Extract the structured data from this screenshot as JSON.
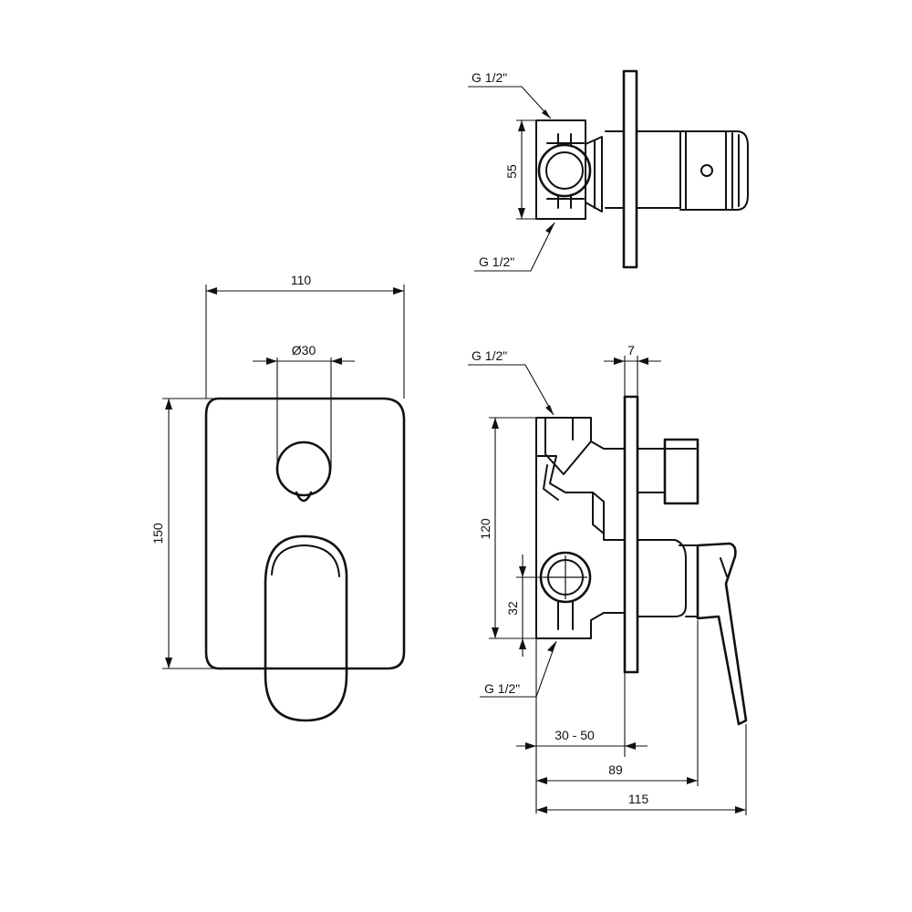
{
  "drawing": {
    "front_view": {
      "width_label": "110",
      "height_label": "150",
      "knob_diameter_label": "Ø30"
    },
    "top_view": {
      "thread_top_label": "G 1/2\"",
      "thread_bottom_label": "G 1/2\"",
      "spacing_label": "55"
    },
    "side_view": {
      "thread_top_label": "G 1/2\"",
      "thread_bottom_label": "G 1/2\"",
      "plate_thickness_label": "7",
      "body_height_label": "120",
      "outlet_offset_label": "32",
      "install_depth_label": "30 - 50",
      "depth_label": "89",
      "total_depth_label": "115"
    }
  }
}
